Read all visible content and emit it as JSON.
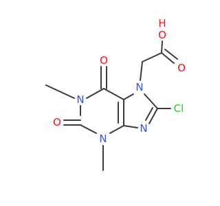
{
  "molecule": {
    "atoms": {
      "o_top": {
        "label": "O",
        "color": "#ff0d0d"
      },
      "h_top": {
        "label": "H",
        "color": "#ff0d0d"
      },
      "o_right": {
        "label": "O",
        "color": "#ff0d0d"
      },
      "o_c6": {
        "label": "O",
        "color": "#ff0d0d"
      },
      "o_c2": {
        "label": "O",
        "color": "#ff0d0d"
      },
      "n1": {
        "label": "N",
        "color": "#3050f8"
      },
      "n3": {
        "label": "N",
        "color": "#3050f8"
      },
      "n7": {
        "label": "N",
        "color": "#3050f8"
      },
      "n9": {
        "label": "N",
        "color": "#3050f8"
      },
      "cl": {
        "label": "Cl",
        "color": "#1fd01f"
      }
    },
    "bond_color": "#3a3a3a"
  }
}
